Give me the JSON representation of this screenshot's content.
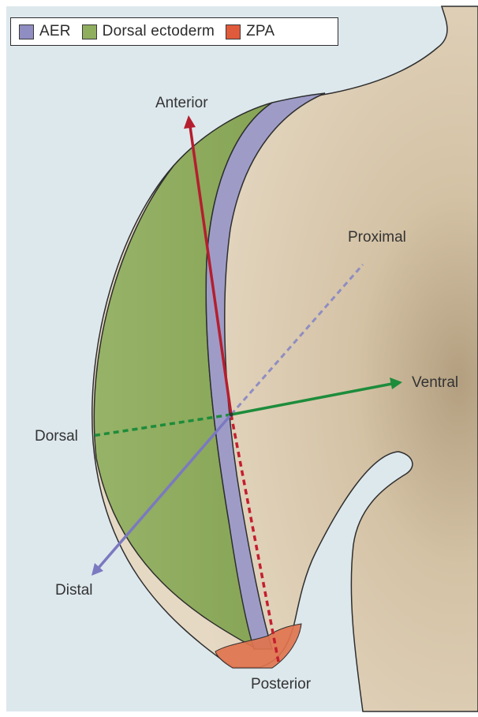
{
  "legend": {
    "items": [
      {
        "label": "AER",
        "color": "#8f8dc2"
      },
      {
        "label": "Dorsal ectoderm",
        "color": "#8fae5e"
      },
      {
        "label": "ZPA",
        "color": "#e05a3c"
      }
    ]
  },
  "axes": {
    "anterior": {
      "label": "Anterior",
      "color": "#b51e2e"
    },
    "posterior": {
      "label": "Posterior",
      "color": "#b51e2e"
    },
    "proximal": {
      "label": "Proximal",
      "color": "#8f8dc2"
    },
    "distal": {
      "label": "Distal",
      "color": "#7b79c0"
    },
    "ventral": {
      "label": "Ventral",
      "color": "#1d8c3b"
    },
    "dorsal": {
      "label": "Dorsal",
      "color": "#1d8c3b"
    }
  },
  "colors": {
    "background": "#dde8ed",
    "limb_tissue": "#dccbb0",
    "outline": "#2e2e2e"
  }
}
